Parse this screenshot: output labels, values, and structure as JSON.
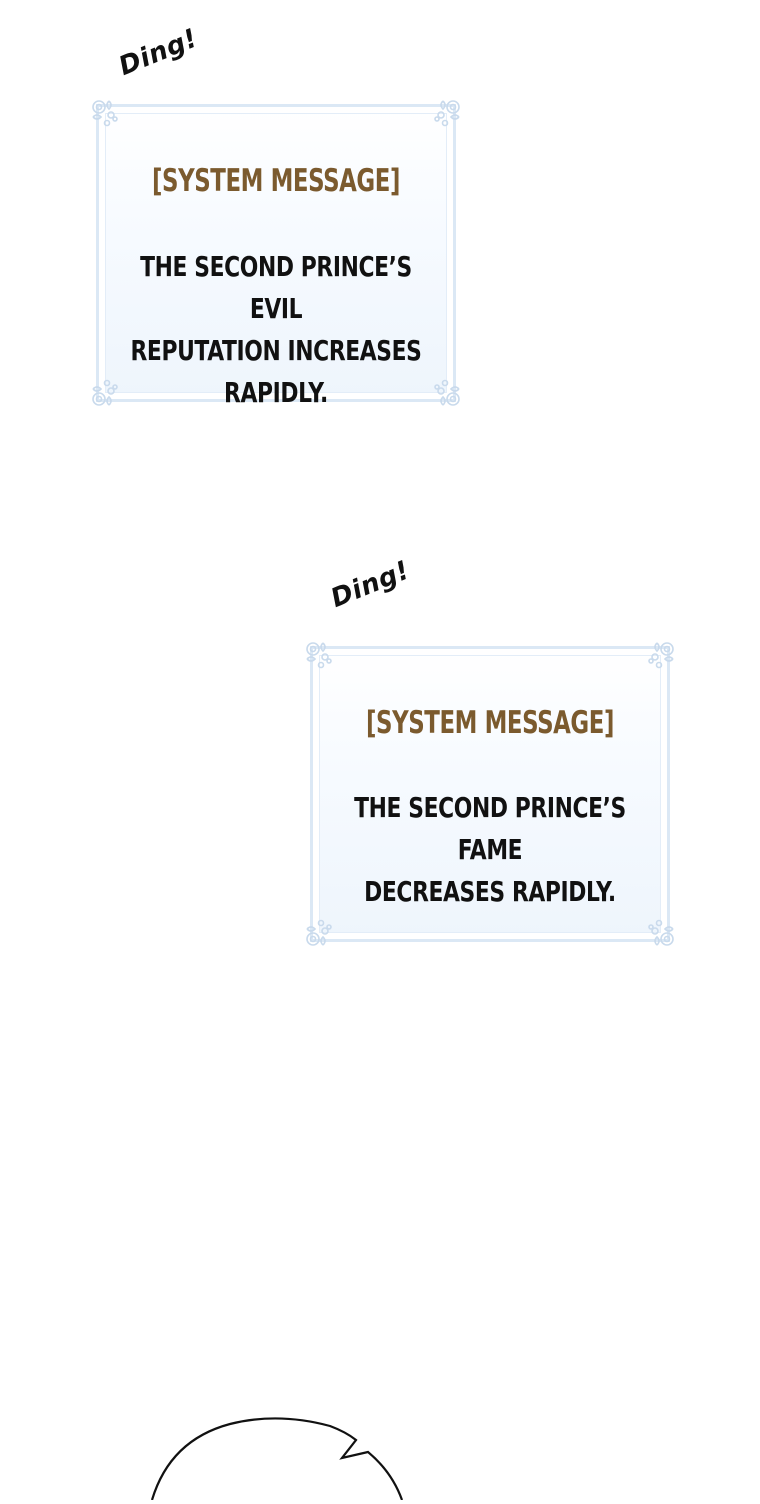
{
  "panels": [
    {
      "sfx": "Ding!",
      "title": "[SYSTEM MESSAGE]",
      "lines": [
        "THE SECOND PRINCE’S EVIL",
        "REPUTATION INCREASES",
        "RAPIDLY."
      ]
    },
    {
      "sfx": "Ding!",
      "title": "[SYSTEM MESSAGE]",
      "lines": [
        "THE SECOND PRINCE’S FAME",
        "DECREASES RAPIDLY."
      ]
    }
  ],
  "colors": {
    "title": "#7b5a2e",
    "body": "#111111",
    "panel_border": "#dbe8f5",
    "panel_fill": "#f6faff"
  },
  "icons": {
    "corner": "ornament-corner-icon",
    "bubble": "speech-bubble-icon"
  }
}
